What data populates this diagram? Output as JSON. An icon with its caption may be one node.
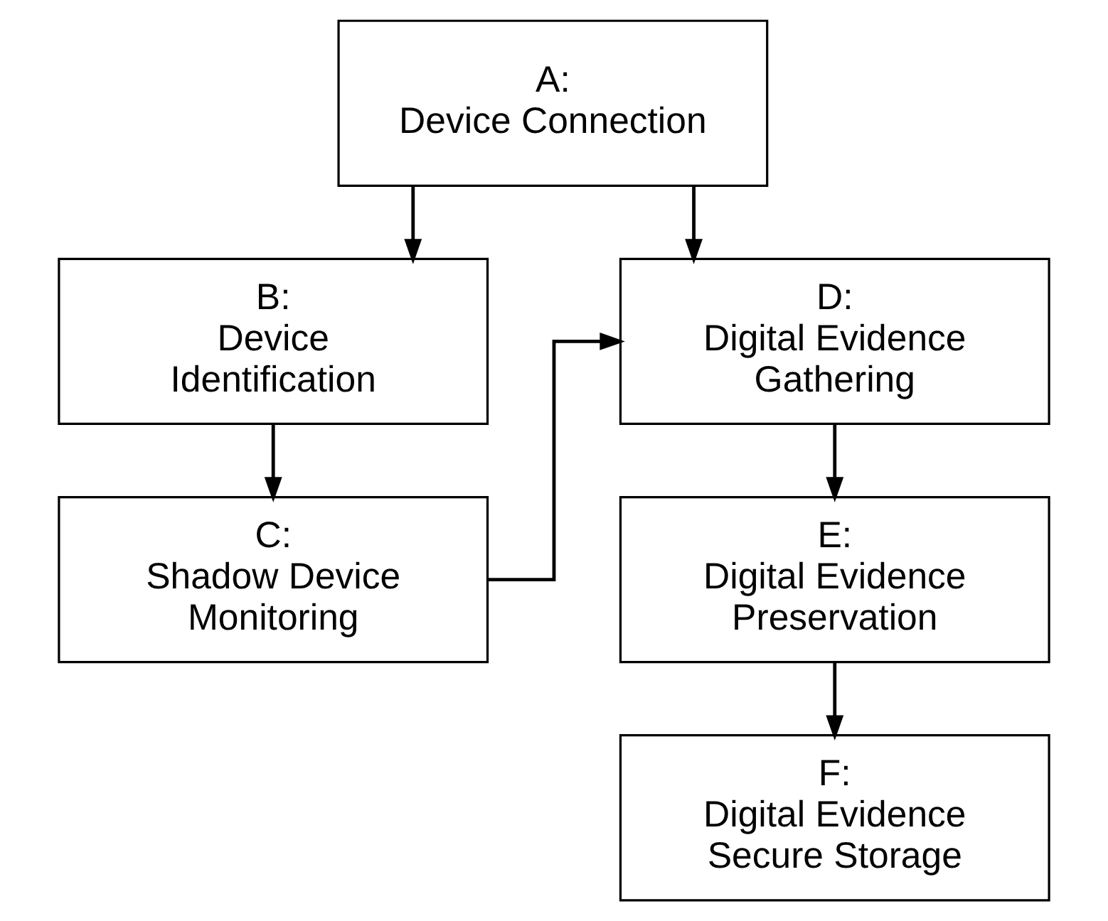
{
  "diagram": {
    "nodes": [
      {
        "text": [
          "A:",
          "Device Connection"
        ]
      },
      {
        "text": [
          "B:",
          "Device Identification"
        ]
      },
      {
        "text": [
          "C:",
          "Shadow Device Monitoring"
        ]
      },
      {
        "text": [
          "D:",
          "Digital Evidence Gathering"
        ]
      },
      {
        "text": [
          "E:",
          "Digital Evidence Preservation"
        ]
      },
      {
        "text": [
          "F:",
          "Digital Evidence Secure Storage"
        ]
      }
    ],
    "edges": [
      {
        "from": 0,
        "to": 1,
        "arrow": "to"
      },
      {
        "from": 1,
        "to": 2,
        "arrow": "to"
      },
      {
        "from": 0,
        "to": 3,
        "arrow": "to"
      },
      {
        "from": 2,
        "to": 3,
        "arrow": "to"
      },
      {
        "from": 3,
        "to": 4,
        "arrow": "to"
      },
      {
        "from": 4,
        "to": 5,
        "arrow": "to"
      }
    ]
  }
}
